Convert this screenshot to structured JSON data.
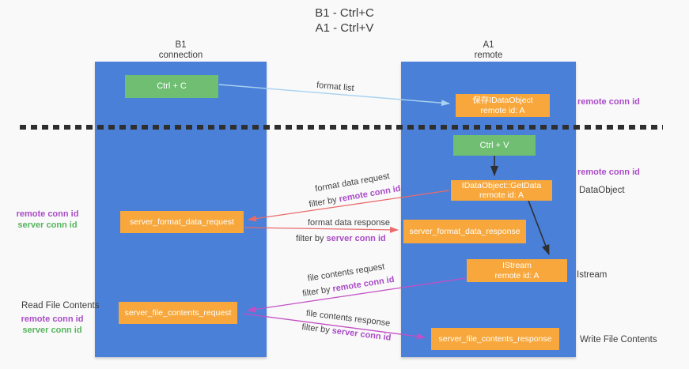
{
  "title": {
    "line1": "B1 - Ctrl+C",
    "line2": "A1 - Ctrl+V"
  },
  "lanes": {
    "left": {
      "name": "B1",
      "subtitle": "connection"
    },
    "right": {
      "name": "A1",
      "subtitle": "remote"
    }
  },
  "nodes": {
    "ctrl_c": {
      "label": "Ctrl + C"
    },
    "ctrl_v": {
      "label": "Ctrl + V"
    },
    "save_dataobject": {
      "line1": "保存IDataObject",
      "line2": "remote id: A"
    },
    "getdata": {
      "line1": "IDataObject::GetData",
      "line2": "remote id: A"
    },
    "istream": {
      "line1": "IStream",
      "line2": "remote id: A"
    },
    "server_format_data_request": {
      "label": "server_format_data_request"
    },
    "server_format_data_response": {
      "label": "server_format_data_response"
    },
    "server_file_contents_request": {
      "label": "server_file_contents_request"
    },
    "server_file_contents_response": {
      "label": "server_file_contents_response"
    }
  },
  "edge_labels": {
    "format_list": "format list",
    "format_data_request": "format data request",
    "format_data_response": "format data response",
    "file_contents_request": "file contents request",
    "file_contents_response": "file contents response",
    "filter_by": "filter by",
    "remote_conn_id": "remote conn id",
    "server_conn_id": "server conn id"
  },
  "side_labels": {
    "remote_conn_id_right_top": "remote conn id",
    "remote_conn_id_right_mid": "remote conn id",
    "dataobject": "DataObject",
    "istream": "Istream",
    "write_file_contents": "Write File Contents",
    "read_file_contents": "Read File Contents",
    "remote_conn_id_left_mid": "remote conn id",
    "server_conn_id_left_mid": "server conn id",
    "remote_conn_id_left_bottom": "remote conn id",
    "server_conn_id_left_bottom": "server conn id"
  },
  "colors": {
    "background": "#f9f9fa",
    "lane_blue": "#4a80d8",
    "box_orange": "#f7a73b",
    "box_green": "#6fbe72",
    "text_dark": "#3c3c3c",
    "purple": "#a94cc5",
    "green_text": "#56b45c",
    "arrow_blue": "#a8d2f0",
    "arrow_red": "#e96a6a",
    "arrow_magenta": "#c44fc4",
    "arrow_black": "#2f2f2f"
  }
}
